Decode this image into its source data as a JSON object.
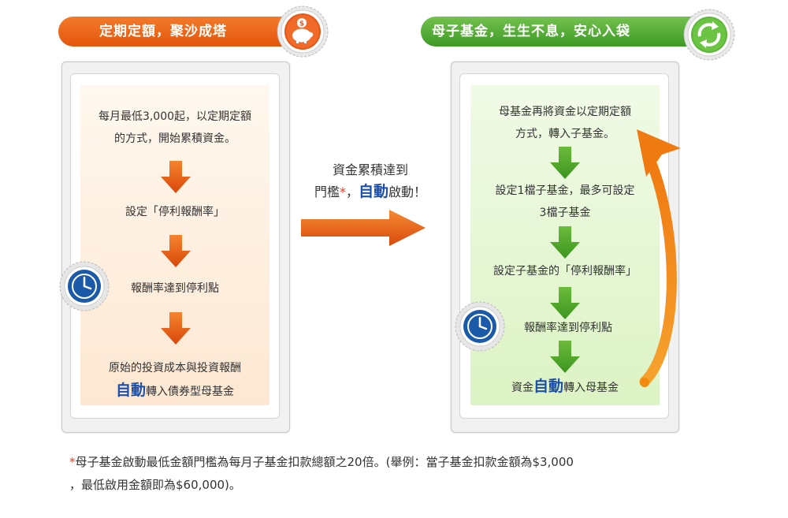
{
  "left": {
    "banner": "定期定額，聚沙成塔",
    "steps": {
      "s1_line1": "每月最低3,000起，以定期定額",
      "s1_line2": "的方式，開始累積資金。",
      "s2": "設定「停利報酬率」",
      "s3": "報酬率達到停利點",
      "s4_line1": "原始的投資成本與投資報酬",
      "s4_auto": "自動",
      "s4_rest": "轉入債券型母基金"
    }
  },
  "middle": {
    "line1": "資金累積達到",
    "line2_a": "門檻",
    "line2_star": "*",
    "line2_b": "，",
    "line2_auto": "自動",
    "line2_c": "啟動！"
  },
  "right": {
    "banner": "母子基金，生生不息，安心入袋",
    "steps": {
      "s1_line1": "母基金再將資金以定期定額",
      "s1_line2": "方式，轉入子基金。",
      "s2_line1": "設定1檔子基金，最多可設定",
      "s2_line2": "3檔子基金",
      "s3": "設定子基金的「停利報酬率」",
      "s4": "報酬率達到停利點",
      "s5_a": "資金",
      "s5_auto": "自動",
      "s5_b": "轉入母基金"
    }
  },
  "footnote": {
    "star": "*",
    "line1": "母子基金啟動最低金額門檻為每月子基金扣款總額之20倍。(舉例：當子基金扣款金額為$3,000",
    "line2": "，最低啟用金額即為$60,000)。"
  },
  "colors": {
    "orange": "#e8600f",
    "green": "#52ab2e",
    "blue": "#1c4fa8",
    "red": "#e23c2b"
  },
  "icons": [
    "piggy-bank-icon",
    "recycle-icon",
    "clock-icon",
    "down-arrow-icon",
    "right-arrow-icon",
    "curved-return-arrow-icon"
  ]
}
